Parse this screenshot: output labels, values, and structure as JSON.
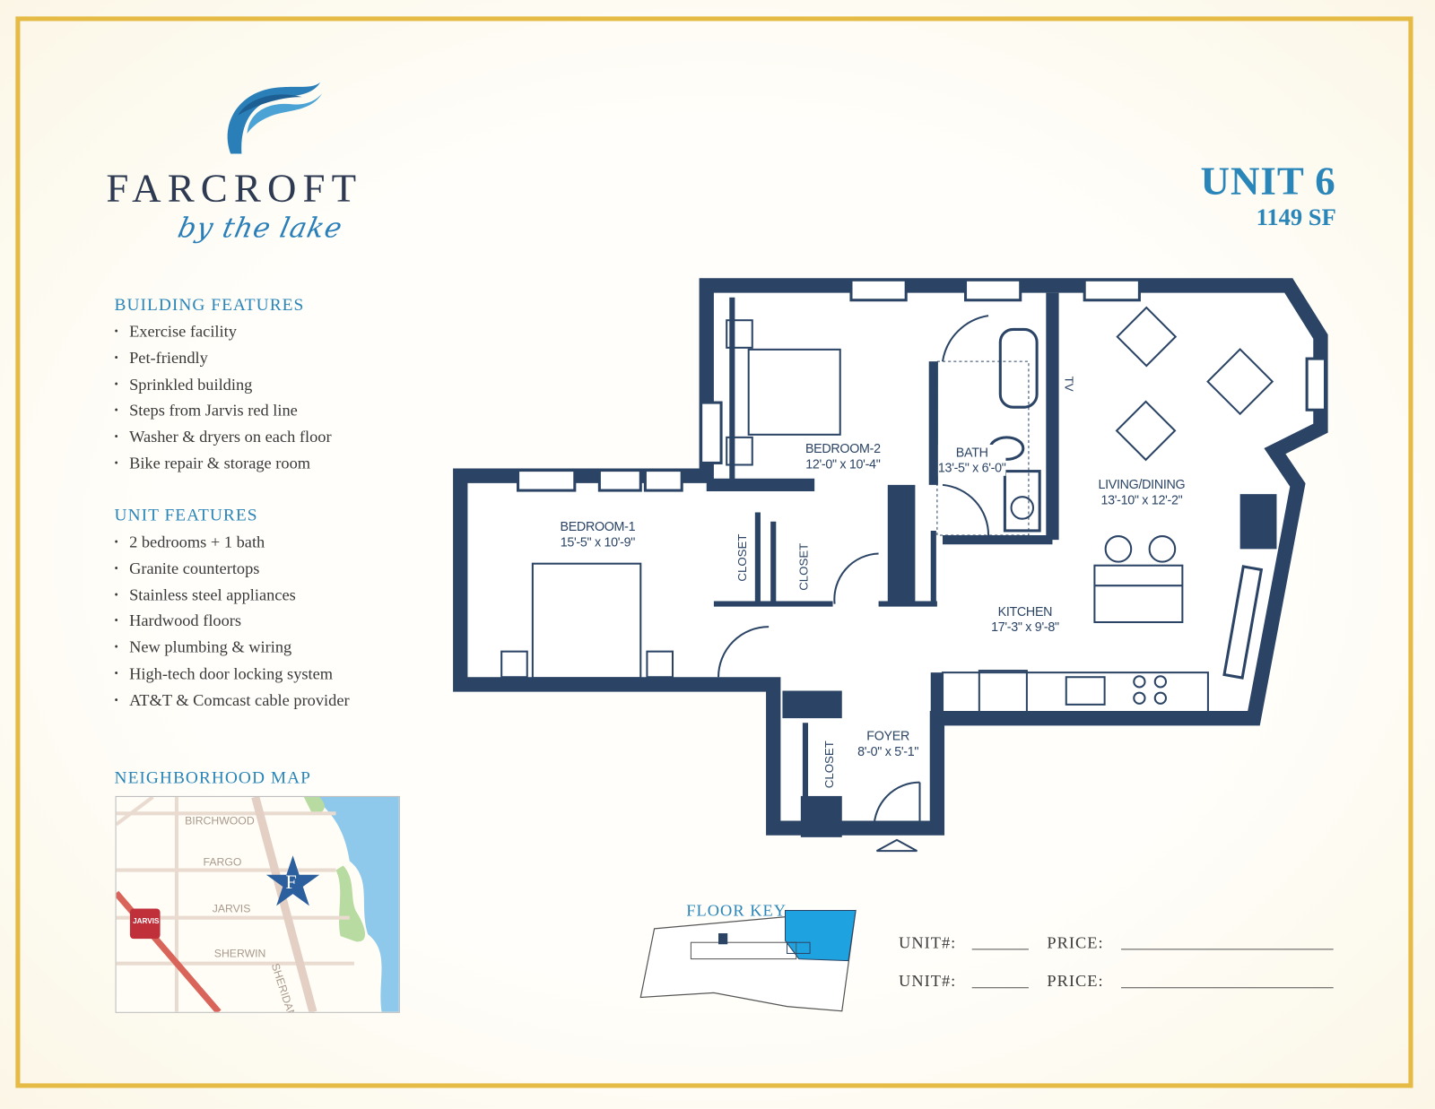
{
  "brand": {
    "name": "FARCROFT",
    "tagline": "by the lake",
    "logo": "wave-feather-logo"
  },
  "unit": {
    "title": "UNIT 6",
    "area": "1149 SF"
  },
  "building_features": {
    "heading": "BUILDING FEATURES",
    "items": [
      "Exercise facility",
      "Pet-friendly",
      "Sprinkled building",
      "Steps from Jarvis red line",
      "Washer & dryers on each floor",
      "Bike repair & storage room"
    ]
  },
  "unit_features": {
    "heading": "UNIT FEATURES",
    "items": [
      "2 bedrooms + 1 bath",
      "Granite countertops",
      "Stainless steel appliances",
      "Hardwood floors",
      "New plumbing & wiring",
      "High-tech door locking system",
      "AT&T & Comcast cable provider"
    ]
  },
  "map": {
    "heading": "NEIGHBORHOOD MAP",
    "streets": [
      "BIRCHWOOD",
      "FARGO",
      "JARVIS",
      "SHERWIN",
      "SHERIDAN"
    ],
    "station": "JARVIS",
    "marker": "F",
    "colors": {
      "lake": "#8ec8ea",
      "park": "#b7dba0",
      "rail": "#d9645a",
      "station": "#c0303a",
      "marker": "#2b5f9e"
    }
  },
  "floorplan": {
    "rooms": [
      {
        "name": "BEDROOM-2",
        "size": "12'-0\" x 10'-4\""
      },
      {
        "name": "BATH",
        "size": "13'-5\" x 6'-0\""
      },
      {
        "name": "LIVING/DINING",
        "size": "13'-10\" x 12'-2\""
      },
      {
        "name": "BEDROOM-1",
        "size": "15'-5\" x 10'-9\""
      },
      {
        "name": "KITCHEN",
        "size": "17'-3\" x 9'-8\""
      },
      {
        "name": "FOYER",
        "size": "8'-0\" x 5'-1\""
      }
    ],
    "closet_label": "CLOSET",
    "tv_label": "TV",
    "wall_color": "#2b4465"
  },
  "floor_key": {
    "heading": "FLOOR KEY",
    "highlight_color": "#1fa3e0"
  },
  "form": {
    "unit_label": "UNIT#:",
    "price_label": "PRICE:"
  },
  "colors": {
    "border": "#e5bb45",
    "accent": "#2a85b8"
  }
}
